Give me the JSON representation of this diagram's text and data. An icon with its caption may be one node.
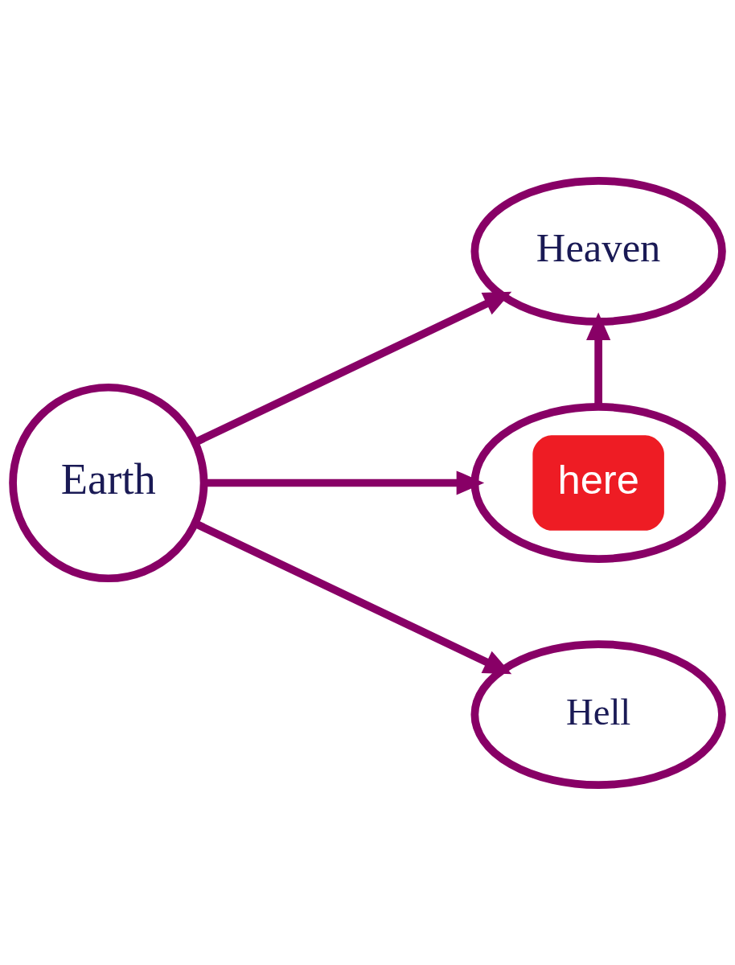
{
  "diagram": {
    "nodes": [
      {
        "text": [
          "Heaven"
        ]
      },
      {
        "text": [
          "here"
        ]
      },
      {
        "text": [
          "Earth"
        ]
      },
      {
        "text": [
          "Hell"
        ]
      }
    ],
    "edges": [
      {
        "from": 2,
        "to": 0,
        "arrow": "to"
      },
      {
        "from": 2,
        "to": 1,
        "arrow": "to"
      },
      {
        "from": 1,
        "to": 0,
        "arrow": "to"
      },
      {
        "from": 2,
        "to": 3,
        "arrow": "to"
      }
    ]
  }
}
